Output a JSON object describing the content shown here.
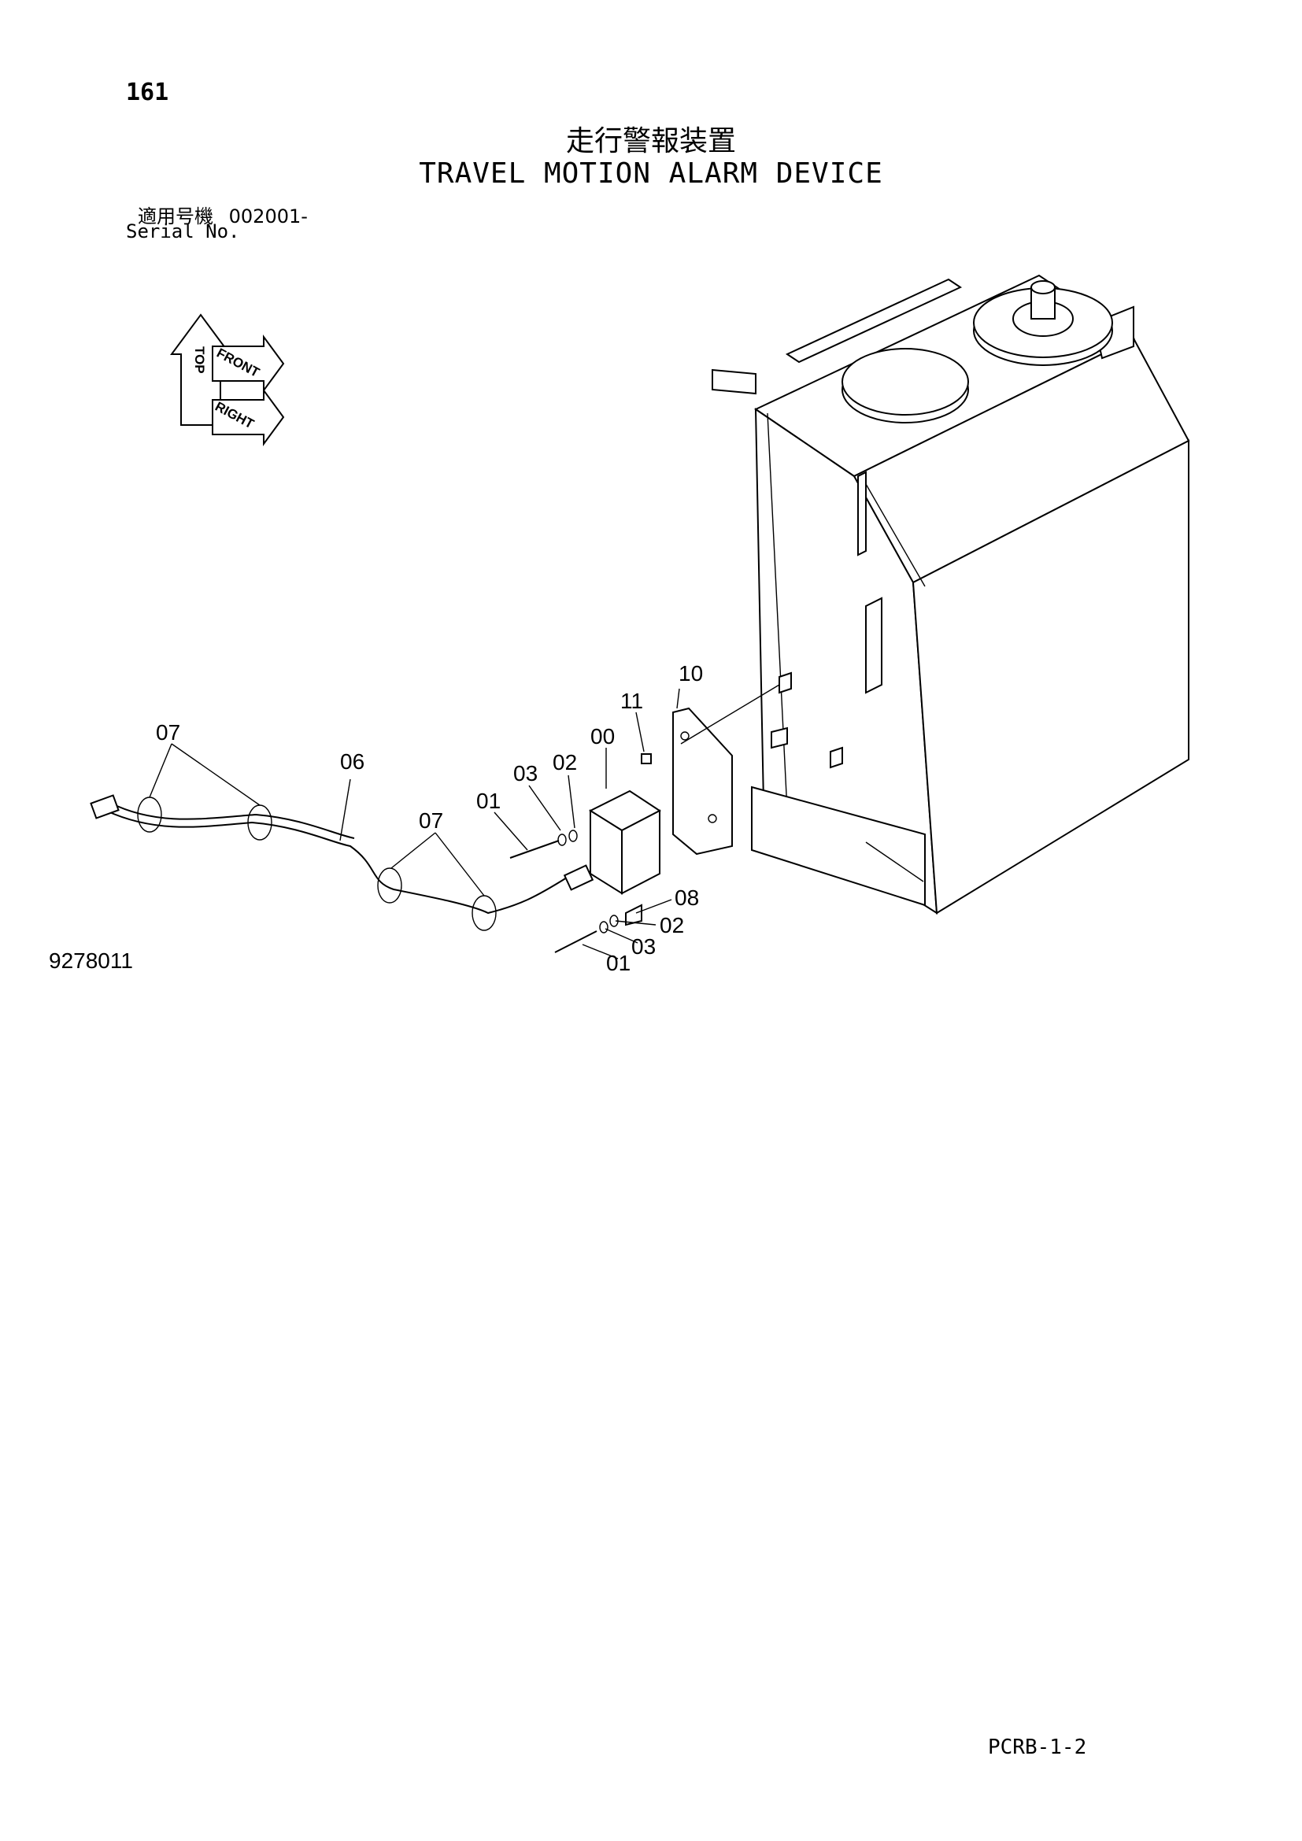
{
  "page_number": "161",
  "title_jp": "走行警報装置",
  "title_en": "TRAVEL MOTION ALARM DEVICE",
  "serial": {
    "label_jp": "適用号機",
    "number": "002001-",
    "label_en": "Serial No."
  },
  "orientation_labels": [
    "TOP",
    "FRONT",
    "RIGHT"
  ],
  "callouts": [
    {
      "id": "c-10",
      "text": "10"
    },
    {
      "id": "c-11",
      "text": "11"
    },
    {
      "id": "c-00",
      "text": "00"
    },
    {
      "id": "c-02a",
      "text": "02"
    },
    {
      "id": "c-03a",
      "text": "03"
    },
    {
      "id": "c-01a",
      "text": "01"
    },
    {
      "id": "c-07a",
      "text": "07"
    },
    {
      "id": "c-06",
      "text": "06"
    },
    {
      "id": "c-07b",
      "text": "07"
    },
    {
      "id": "c-08",
      "text": "08"
    },
    {
      "id": "c-02b",
      "text": "02"
    },
    {
      "id": "c-03b",
      "text": "03"
    },
    {
      "id": "c-01b",
      "text": "01"
    }
  ],
  "figure_code": "9278011",
  "page_code": "PCRB-1-2"
}
